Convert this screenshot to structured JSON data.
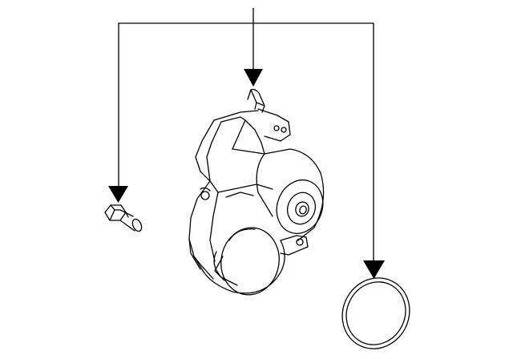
{
  "diagram": {
    "type": "exploded-parts-diagram",
    "parts": [
      {
        "id": "housing",
        "icon": "thermostat-housing-icon"
      },
      {
        "id": "bolt",
        "icon": "bolt-icon"
      },
      {
        "id": "gasket",
        "icon": "gasket-ring-icon"
      }
    ],
    "callout_count": 3,
    "labels": []
  }
}
